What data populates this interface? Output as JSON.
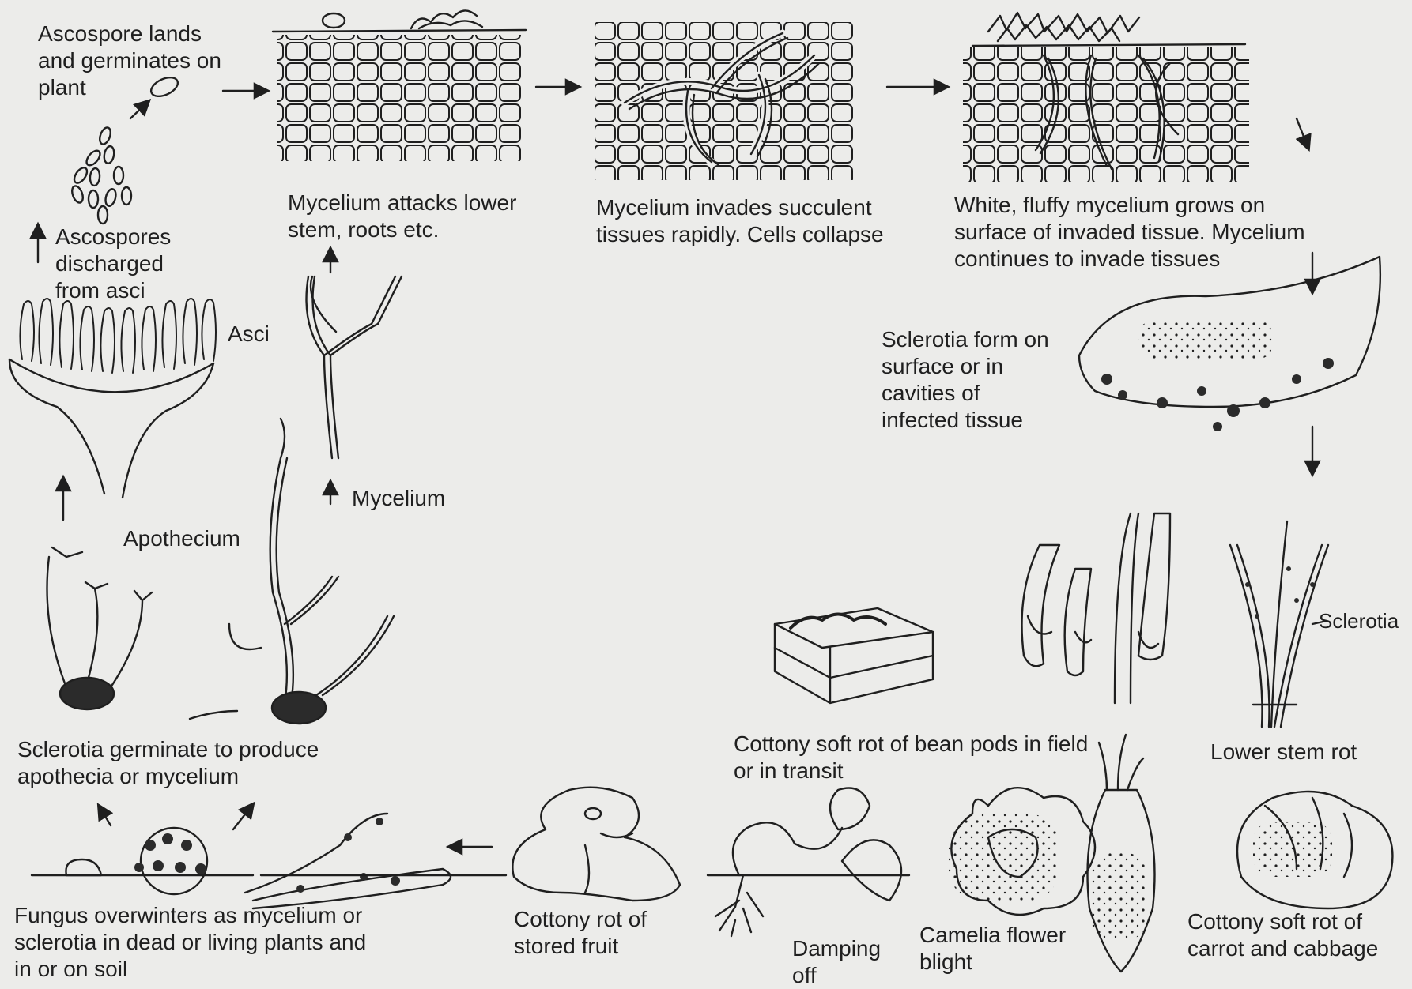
{
  "colors": {
    "ink": "#1f1f1f",
    "paper": "#ececea",
    "sclerotia": "#2b2b2b"
  },
  "labels": {
    "ascospore_lands": "Ascospore lands\nand germinates on\nplant",
    "mycelium_attacks": "Mycelium attacks lower\nstem, roots etc.",
    "mycelium_invades": "Mycelium invades succulent\ntissues rapidly. Cells collapse",
    "white_fluffy": "White, fluffy mycelium grows on\nsurface of invaded tissue. Mycelium\ncontinues to invade tissues",
    "ascospores_discharged": "Ascospores\ndischarged\nfrom asci",
    "asci": "Asci",
    "sclerotia_form": "Sclerotia form on\nsurface or in\ncavities of\ninfected tissue",
    "mycelium": "Mycelium",
    "apothecium": "Apothecium",
    "sclerotia": "Sclerotia",
    "sclerotia_germinate": "Sclerotia germinate to produce\napothecia or mycelium",
    "cottony_bean": "Cottony soft rot of bean pods in field\nor in transit",
    "lower_stem_rot": "Lower stem rot",
    "fungus_overwinters": "Fungus overwinters as mycelium or\nsclerotia in dead or living plants and\nin or on soil",
    "cottony_stored": "Cottony rot of\nstored fruit",
    "damping_off": "Damping\noff",
    "camelia": "Camelia flower\nblight",
    "cottony_carrot": "Cottony soft rot of\ncarrot and cabbage"
  }
}
